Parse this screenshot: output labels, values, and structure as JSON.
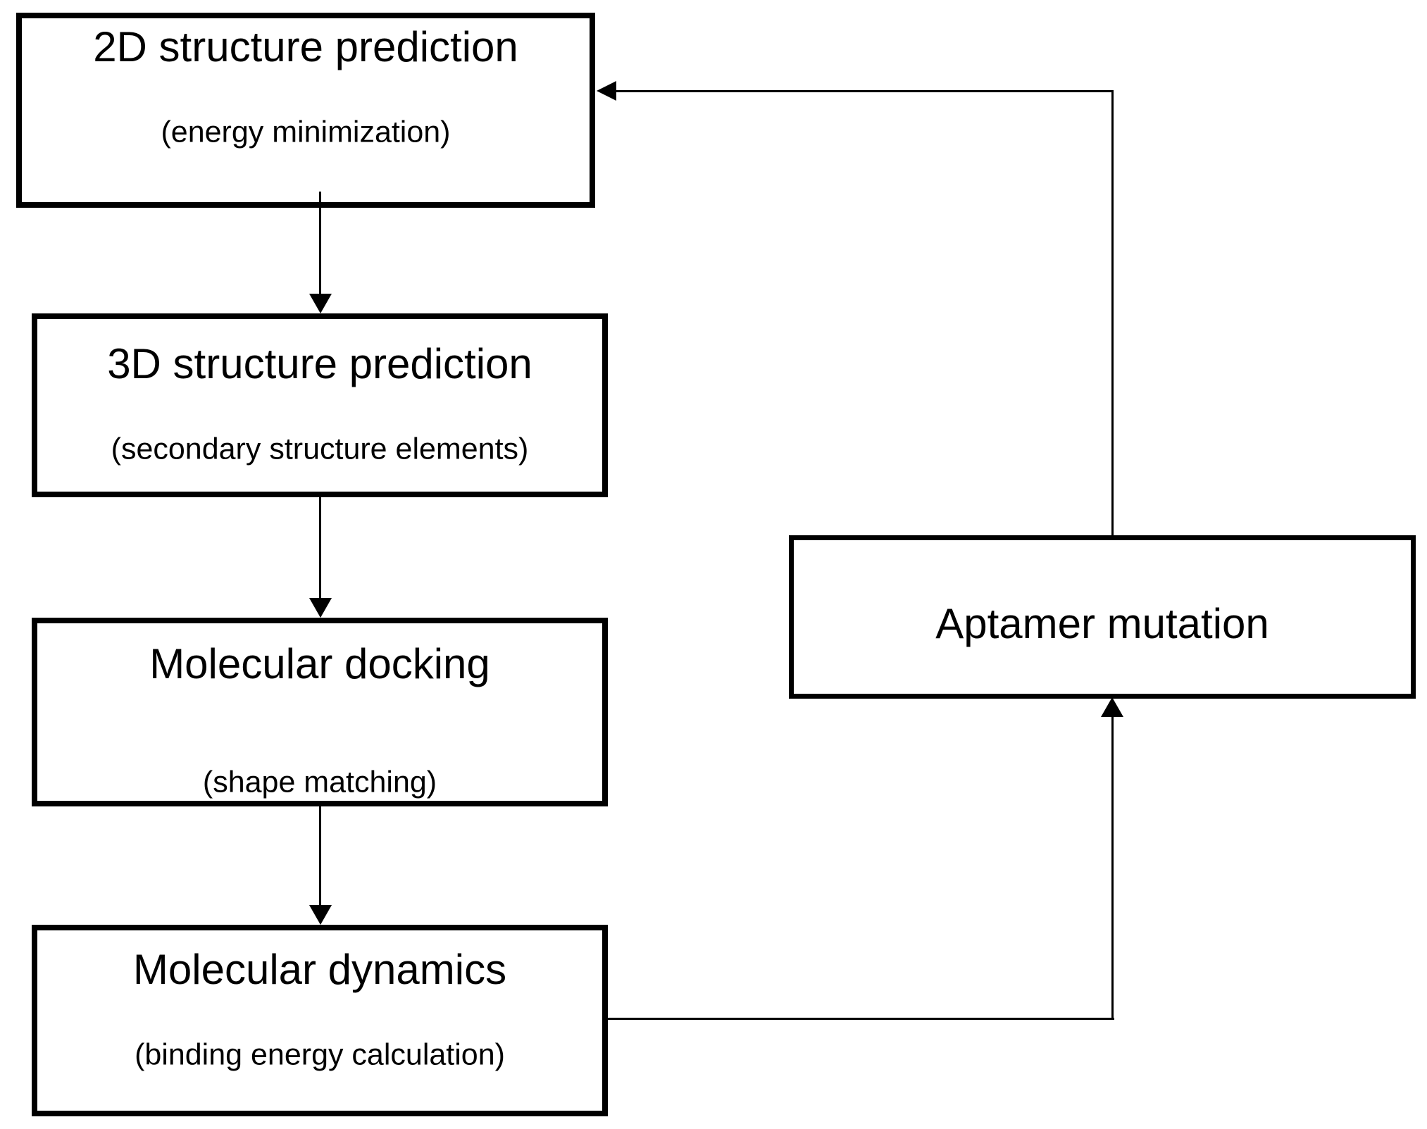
{
  "diagram": {
    "type": "flowchart",
    "background_color": "#ffffff",
    "line_color": "#000000",
    "text_color": "#000000",
    "boxes": [
      {
        "id": "2d-structure-prediction",
        "title": "2D structure prediction",
        "subtitle": "(energy minimization)"
      },
      {
        "id": "3d-structure-prediction",
        "title": "3D structure prediction",
        "subtitle": "(secondary structure elements)"
      },
      {
        "id": "molecular-docking",
        "title": "Molecular docking",
        "subtitle": "(shape matching)"
      },
      {
        "id": "molecular-dynamics",
        "title": "Molecular dynamics",
        "subtitle": "(binding energy calculation)"
      },
      {
        "id": "aptamer-mutation",
        "title": "Aptamer mutation"
      }
    ],
    "edges": [
      {
        "from": "2d-structure-prediction",
        "to": "3d-structure-prediction",
        "direction": "down"
      },
      {
        "from": "3d-structure-prediction",
        "to": "molecular-docking",
        "direction": "down"
      },
      {
        "from": "molecular-docking",
        "to": "molecular-dynamics",
        "direction": "down"
      },
      {
        "from": "molecular-dynamics",
        "to": "aptamer-mutation",
        "direction": "right-then-up"
      },
      {
        "from": "aptamer-mutation",
        "to": "2d-structure-prediction",
        "direction": "up-then-left"
      }
    ]
  }
}
